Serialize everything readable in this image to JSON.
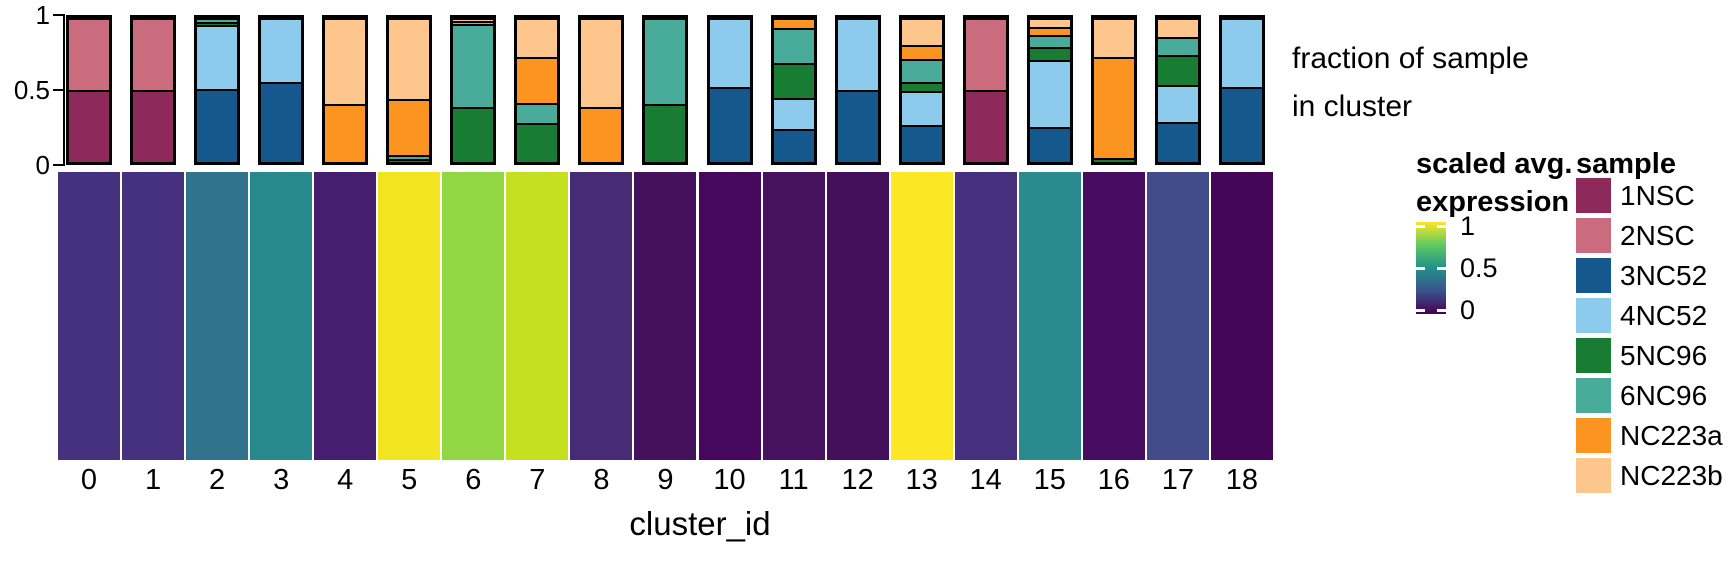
{
  "captions": {
    "fraction_line1": "fraction of sample",
    "fraction_line2": "in cluster",
    "colorbar_title_line1": "scaled avg.",
    "colorbar_title_line2": "expression",
    "sample_legend_title": "sample",
    "x_axis_title": "cluster_id"
  },
  "y_axis": {
    "ticks": [
      "1",
      "0.5",
      "0"
    ]
  },
  "colorbar": {
    "ticks": [
      "1",
      "0.5",
      "0"
    ]
  },
  "samples": [
    {
      "label": "1NSC",
      "color": "#8E2A5B"
    },
    {
      "label": "2NSC",
      "color": "#CB6B7E"
    },
    {
      "label": "3NC52",
      "color": "#15588D"
    },
    {
      "label": "4NC52",
      "color": "#8DCBEC"
    },
    {
      "label": "5NC96",
      "color": "#187D33"
    },
    {
      "label": "6NC96",
      "color": "#49AB9A"
    },
    {
      "label": "NC223a",
      "color": "#FB9420"
    },
    {
      "label": "NC223b",
      "color": "#FCC68D"
    }
  ],
  "chart_data": [
    {
      "type": "bar",
      "stacked": true,
      "title": "fraction of sample in cluster",
      "xlabel": "cluster_id",
      "ylabel": "fraction of sample in cluster",
      "ylim": [
        0,
        1
      ],
      "yticks": [
        1,
        0.5,
        0
      ],
      "grid": false,
      "legend_position": "right",
      "categories": [
        "0",
        "1",
        "2",
        "3",
        "4",
        "5",
        "6",
        "7",
        "8",
        "9",
        "10",
        "11",
        "12",
        "13",
        "14",
        "15",
        "16",
        "17",
        "18"
      ],
      "series": [
        {
          "name": "1NSC",
          "color": "#8E2A5B",
          "values": [
            0.5,
            0.5,
            0,
            0,
            0,
            0,
            0,
            0,
            0,
            0,
            0,
            0,
            0,
            0,
            0.5,
            0,
            0,
            0,
            0
          ]
        },
        {
          "name": "2NSC",
          "color": "#CB6B7E",
          "values": [
            0.5,
            0.5,
            0,
            0,
            0,
            0,
            0,
            0,
            0,
            0,
            0,
            0,
            0,
            0,
            0.5,
            0,
            0,
            0,
            0
          ]
        },
        {
          "name": "3NC52",
          "color": "#15588D",
          "values": [
            0,
            0,
            0.51,
            0.555,
            0,
            0,
            0,
            0,
            0,
            0,
            0.52,
            0.23,
            0.5,
            0.26,
            0,
            0.245,
            0,
            0.28,
            0.52
          ]
        },
        {
          "name": "4NC52",
          "color": "#8DCBEC",
          "values": [
            0,
            0,
            0.44,
            0.445,
            0,
            0,
            0,
            0,
            0,
            0,
            0.48,
            0.215,
            0.5,
            0.23,
            0,
            0.465,
            0,
            0.255,
            0.48
          ]
        },
        {
          "name": "5NC96",
          "color": "#187D33",
          "values": [
            0,
            0,
            0.025,
            0,
            0,
            0.02,
            0.385,
            0.27,
            0,
            0.4,
            0,
            0.24,
            0,
            0.065,
            0,
            0.09,
            0.025,
            0.21,
            0
          ]
        },
        {
          "name": "6NC96",
          "color": "#49AB9A",
          "values": [
            0,
            0,
            0.025,
            0,
            0,
            0.03,
            0.57,
            0.14,
            0,
            0.6,
            0,
            0.245,
            0,
            0.16,
            0,
            0.08,
            0,
            0.12,
            0
          ]
        },
        {
          "name": "NC223a",
          "color": "#FB9420",
          "values": [
            0,
            0,
            0,
            0,
            0.405,
            0.385,
            0.025,
            0.32,
            0.38,
            0,
            0,
            0.07,
            0,
            0.095,
            0,
            0.06,
            0.705,
            0,
            0
          ]
        },
        {
          "name": "NC223b",
          "color": "#FCC68D",
          "values": [
            0,
            0,
            0,
            0,
            0.595,
            0.565,
            0.02,
            0.27,
            0.62,
            0,
            0,
            0,
            0,
            0.19,
            0,
            0.06,
            0.27,
            0.135,
            0
          ]
        }
      ]
    },
    {
      "type": "heatmap",
      "title": "scaled avg. expression",
      "xlabel": "cluster_id",
      "colormap": "viridis",
      "colorbar_range": [
        0,
        1
      ],
      "colorbar_ticks": [
        1,
        0.5,
        0
      ],
      "categories": [
        "0",
        "1",
        "2",
        "3",
        "4",
        "5",
        "6",
        "7",
        "8",
        "9",
        "10",
        "11",
        "12",
        "13",
        "14",
        "15",
        "16",
        "17",
        "18"
      ],
      "values": [
        0.12,
        0.12,
        0.45,
        0.55,
        0.07,
        0.97,
        0.83,
        0.9,
        0.1,
        0.04,
        0.02,
        0.045,
        0.04,
        1.0,
        0.11,
        0.54,
        0.03,
        0.2,
        0.01
      ],
      "colors": [
        "#45317D",
        "#45317D",
        "#30738D",
        "#28898C",
        "#461E6F",
        "#F2E51F",
        "#90D743",
        "#C5E021",
        "#472B74",
        "#45115D",
        "#46085C",
        "#46125F",
        "#440F5B",
        "#FBE723",
        "#46307E",
        "#2A8A8D",
        "#470D60",
        "#434C8B",
        "#450559"
      ]
    }
  ]
}
